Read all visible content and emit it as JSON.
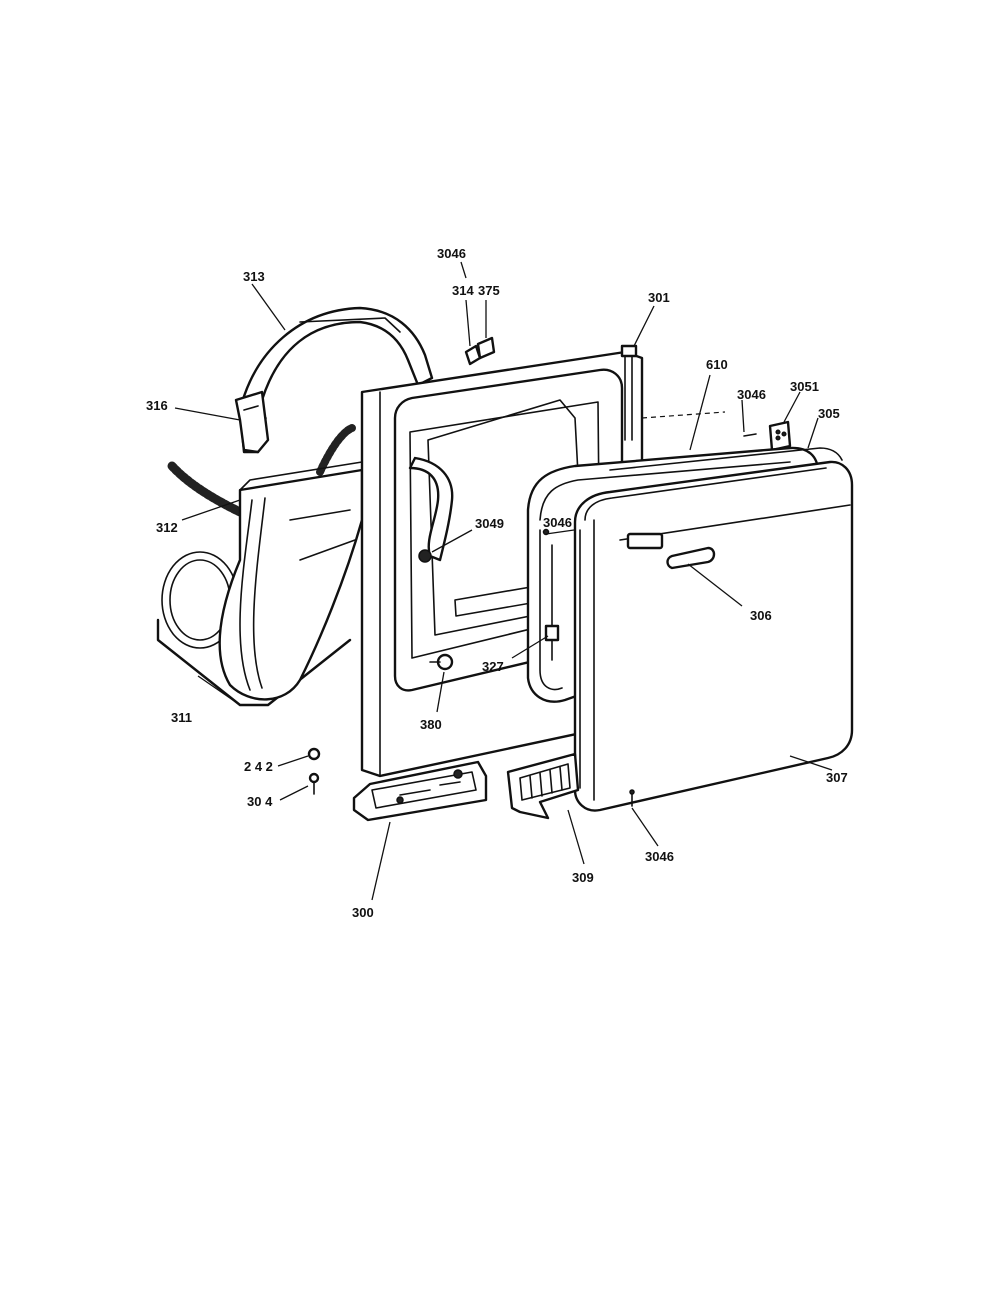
{
  "callouts": {
    "c313": "313",
    "c3046_top": "3046",
    "c314": "314",
    "c375": "375",
    "c301": "301",
    "c610": "610",
    "c3046_right": "3046",
    "c3051": "3051",
    "c305": "305",
    "c316": "316",
    "c312": "312",
    "c3049": "3049",
    "c3046_mid": "3046",
    "c306": "306",
    "c327": "327",
    "c311": "311",
    "c380": "380",
    "c242": "2 4 2",
    "c304": "30 4",
    "c307": "307",
    "c3046_bottom": "3046",
    "c309": "309",
    "c300": "300"
  }
}
